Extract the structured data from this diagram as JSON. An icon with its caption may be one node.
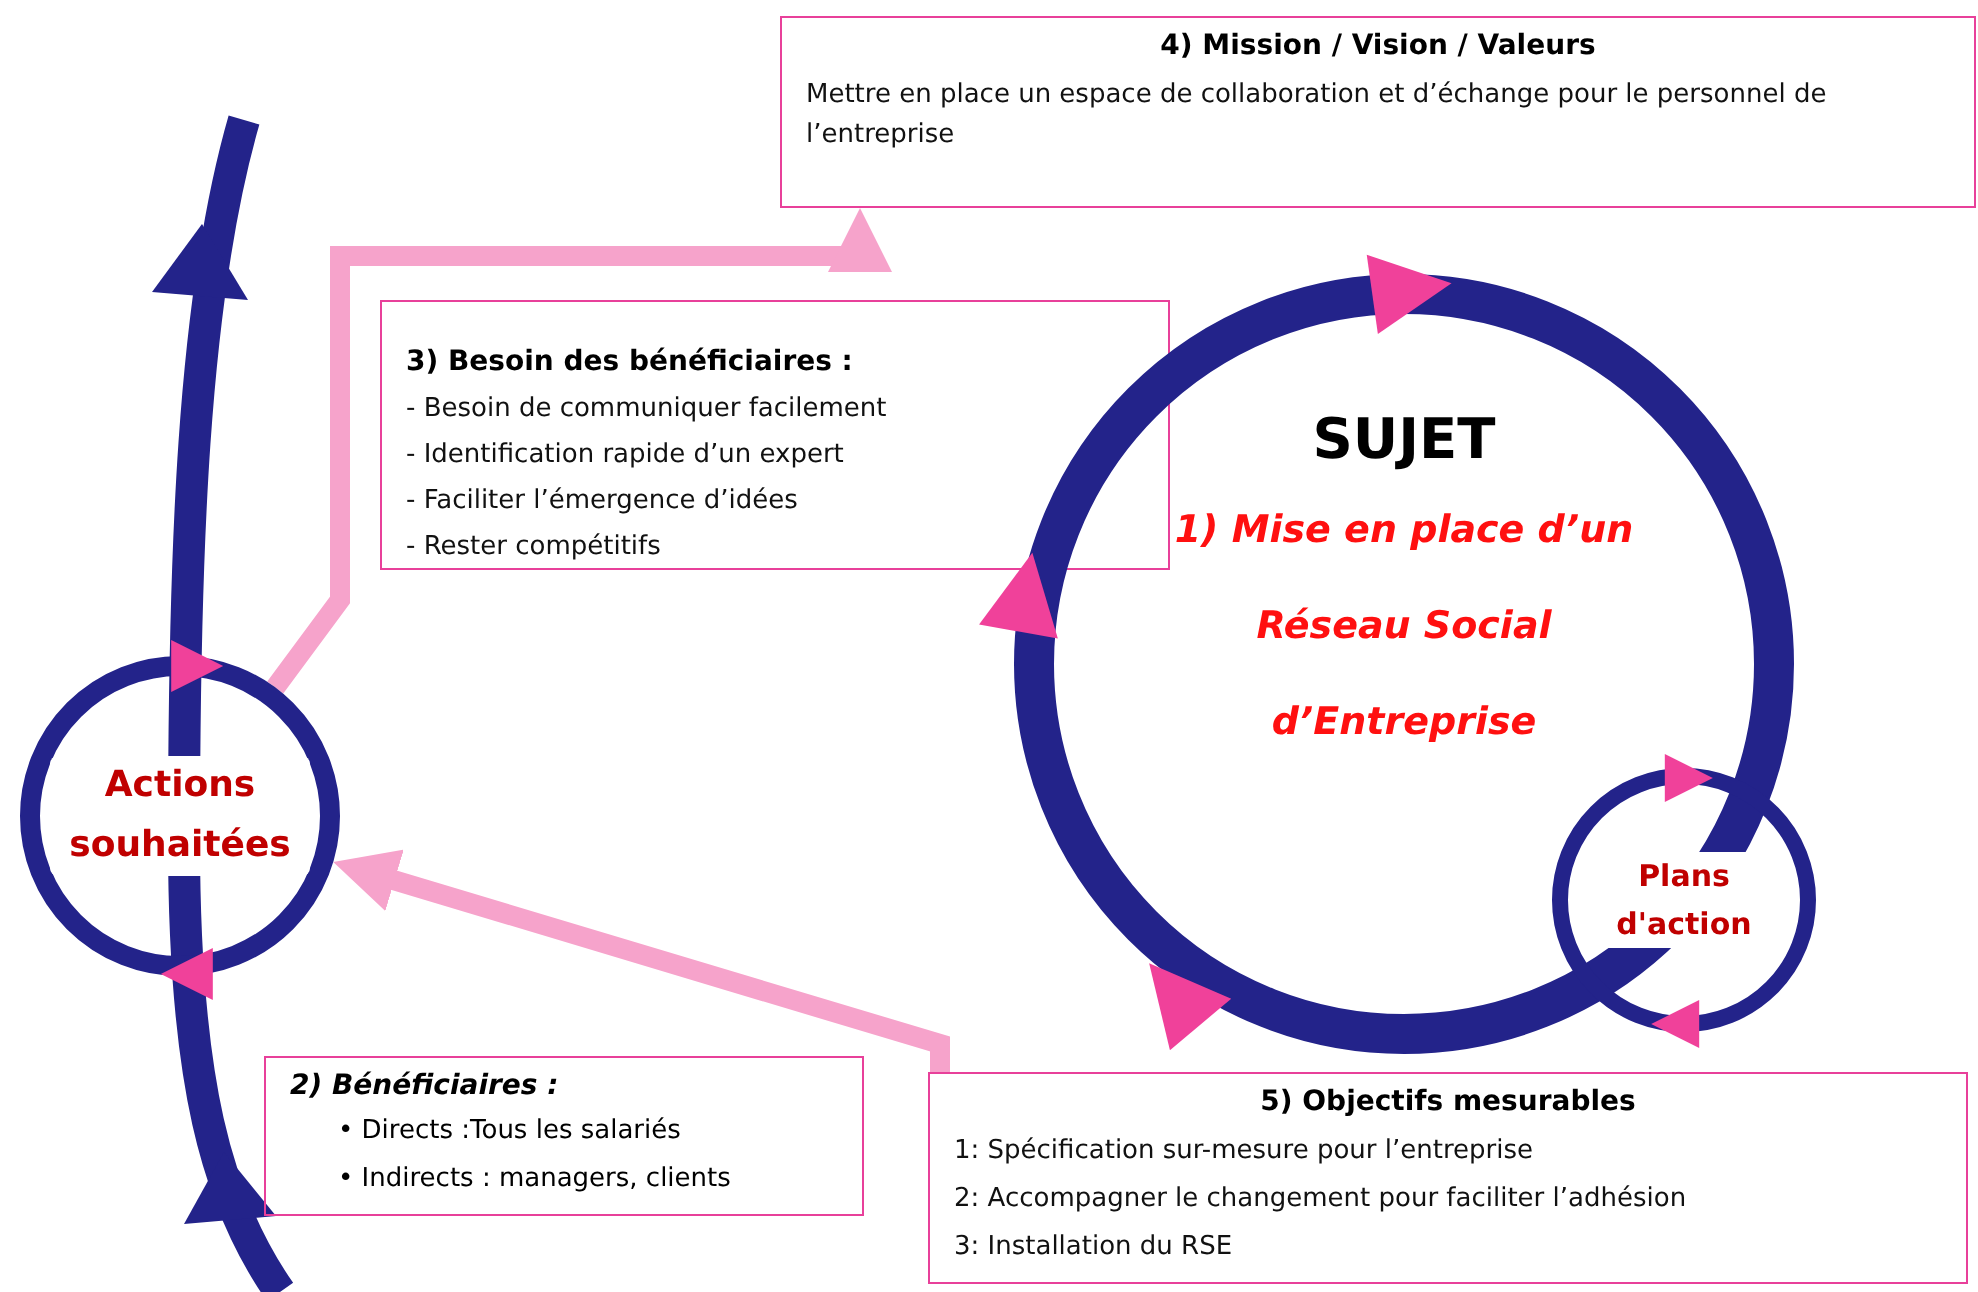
{
  "diagram": {
    "nodes": [
      {
        "text": [
          "4) Mission / Vision / Valeurs",
          "Mettre en place un espace de collaboration et d’échange pour le personnel de l’entreprise"
        ]
      },
      {
        "text": [
          "3) Besoin des bénéficiaires :",
          "- Besoin de communiquer facilement",
          "- Identification rapide d’un expert",
          "- Faciliter l’émergence d’idées",
          "- Rester compétitifs"
        ]
      },
      {
        "text": [
          "Actions souhaitées"
        ]
      },
      {
        "text": [
          "SUJET",
          "1) Mise en place d’un Réseau Social d’Entreprise"
        ]
      },
      {
        "text": [
          "Plans d'action"
        ]
      },
      {
        "text": [
          "2) Bénéficiaires :",
          "• Directs :Tous les salariés",
          "• Indirects : managers, clients"
        ]
      },
      {
        "text": [
          "5) Objectifs mesurables",
          "1: Spécification sur-mesure pour l’entreprise",
          "2: Accompagner le changement pour faciliter l’adhésion",
          "3: Installation du RSE"
        ]
      }
    ],
    "edges": [
      {
        "from": 2,
        "to": 0,
        "arrow": "to"
      },
      {
        "from": 6,
        "to": 2,
        "arrow": "to"
      }
    ]
  }
}
